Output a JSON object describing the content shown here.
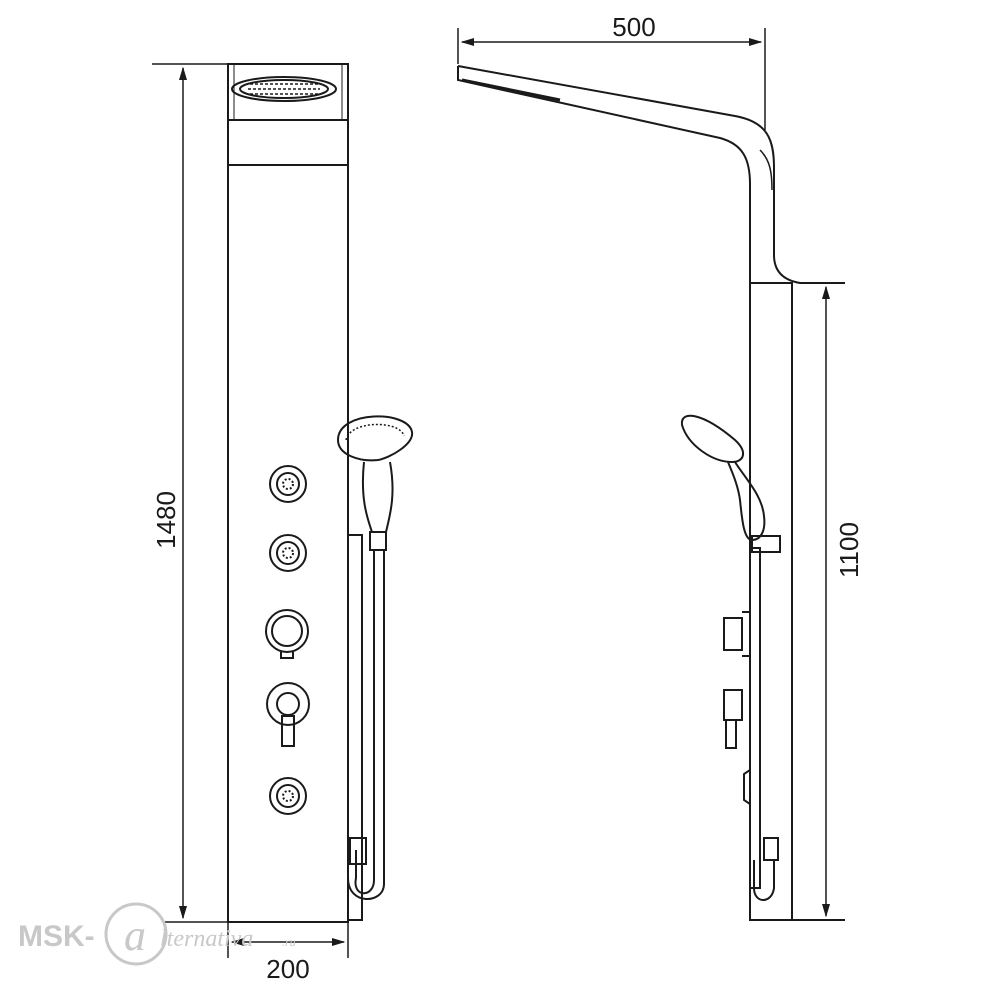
{
  "dimensions": {
    "width_top": "500",
    "height_left": "1480",
    "width_bottom": "200",
    "height_right": "1100"
  },
  "watermark": {
    "prefix": "MSK-",
    "mark": "a",
    "suffix": "lternativa",
    "domain": ".ru"
  },
  "colors": {
    "line": "#1a1a1a",
    "watermark": "#c8c8c8"
  }
}
